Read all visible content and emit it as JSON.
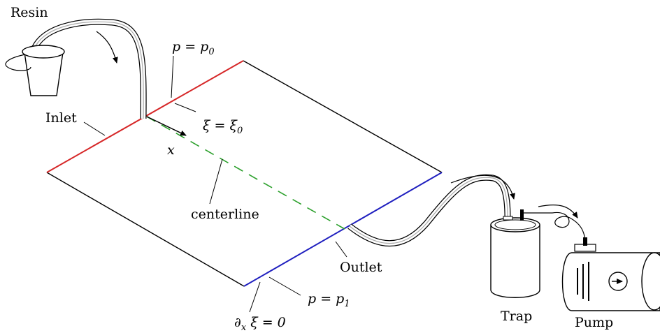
{
  "labels": {
    "resin": "Resin",
    "inlet": "Inlet",
    "outlet": "Outlet",
    "centerline": "centerline",
    "trap": "Trap",
    "pump": "Pump",
    "x_axis": "x"
  },
  "equations": {
    "p_inlet_lhs": "p = p",
    "p_inlet_sub": "0",
    "xi_inlet_lhs": "ξ = ξ",
    "xi_inlet_sub": "0",
    "p_outlet_lhs": "p = p",
    "p_outlet_sub": "1",
    "dxi_outlet_d": "∂",
    "dxi_outlet_sub": "x",
    "dxi_outlet_rhs": " ξ = 0"
  },
  "colors": {
    "inlet_edge": "#d62728",
    "outlet_edge": "#1f1fbf",
    "centerline": "#2ca02c",
    "plate_edge": "#000000",
    "tube": "#999999"
  },
  "icons": [
    "bucket-icon",
    "trap-container-icon",
    "vacuum-pump-icon",
    "flow-arrow-icon"
  ]
}
